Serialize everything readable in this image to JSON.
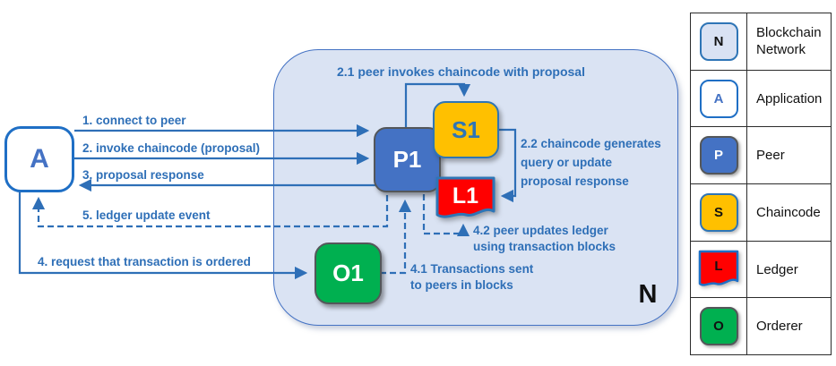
{
  "diagram": {
    "network_label": "N",
    "nodes": {
      "application": "A",
      "peer": "P1",
      "chaincode": "S1",
      "ledger": "L1",
      "orderer": "O1"
    },
    "flow_labels": {
      "step1": "1. connect to peer",
      "step2": "2. invoke chaincode (proposal)",
      "step3": "3. proposal response",
      "step4": "4. request that transaction is ordered",
      "step5": "5. ledger update event",
      "step2_1": "2.1 peer invokes chaincode with proposal",
      "step2_2": "2.2 chaincode generates\nquery or update\nproposal response",
      "step4_1": "4.1 Transactions sent\nto peers in blocks",
      "step4_2": "4.2 peer updates ledger\nusing transaction blocks"
    },
    "colors": {
      "network_fill": "#dae3f3",
      "network_border": "#4472c4",
      "arrow_blue": "#2e6fb7",
      "peer_fill": "#4472c4",
      "chaincode_fill": "#ffc000",
      "ledger_fill": "#ff0000",
      "orderer_fill": "#00b050",
      "application_border": "#1f6fc5"
    }
  },
  "legend": {
    "rows": [
      {
        "key": "N",
        "label": "Blockchain Network"
      },
      {
        "key": "A",
        "label": "Application"
      },
      {
        "key": "P",
        "label": "Peer"
      },
      {
        "key": "S",
        "label": "Chaincode"
      },
      {
        "key": "L",
        "label": "Ledger"
      },
      {
        "key": "O",
        "label": "Orderer"
      }
    ]
  }
}
